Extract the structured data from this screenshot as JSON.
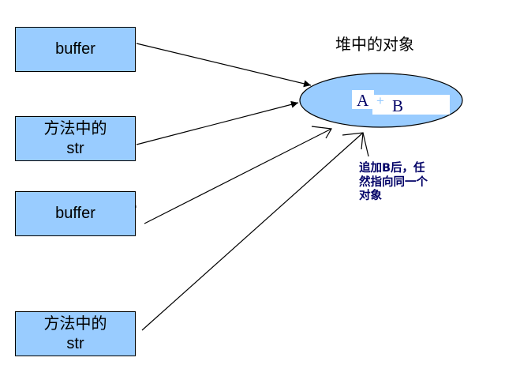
{
  "title": "堆中的对象",
  "boxes": [
    {
      "label": "buffer"
    },
    {
      "label": "方法中的\nstr"
    },
    {
      "label": "buffer"
    },
    {
      "label": "方法中的\nstr"
    }
  ],
  "object": {
    "a": "A",
    "plus": "+",
    "b": "B"
  },
  "note": "追加B后，任然指向同一个对象",
  "colors": {
    "box_fill": "#99ccff",
    "ellipse_fill": "#99ccff",
    "note_text": "#000066",
    "line": "#000000"
  }
}
